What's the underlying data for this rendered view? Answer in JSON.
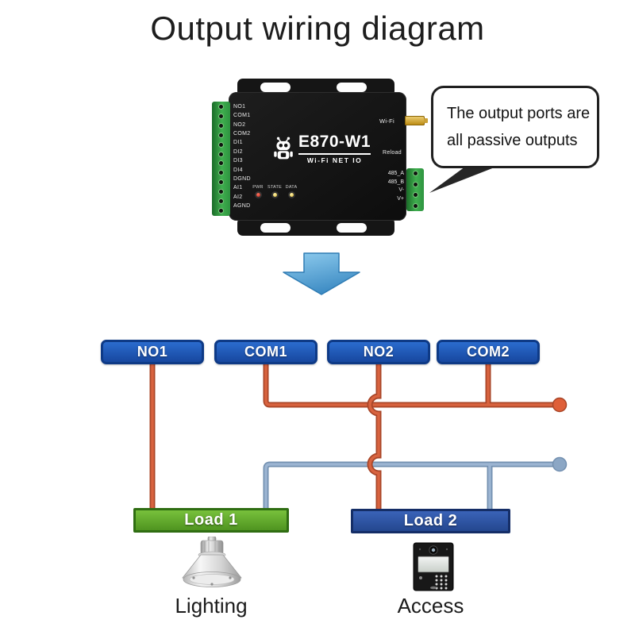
{
  "title": "Output wiring diagram",
  "device": {
    "model": "E870-W1",
    "subtitle": "Wi-Fi  NET  IO",
    "left_terminals": [
      "NO1",
      "COM1",
      "NO2",
      "COM2",
      "DI1",
      "DI2",
      "DI3",
      "DI4",
      "DGND",
      "AI1",
      "AI2",
      "AGND"
    ],
    "led_labels": [
      "PWR",
      "STATE",
      "DATA"
    ],
    "wifi_label": "Wi-Fi",
    "reload_label": "Reload",
    "right_terminals": [
      "485_A",
      "485_B",
      "V-",
      "V+"
    ]
  },
  "callout": {
    "line1": "The output ports are",
    "line2": "all passive outputs"
  },
  "output_ports": [
    "NO1",
    "COM1",
    "NO2",
    "COM2"
  ],
  "loads": {
    "load1": "Load 1",
    "load2": "Load 2"
  },
  "captions": {
    "lighting": "Lighting",
    "access": "Access"
  },
  "colors": {
    "port_box_blue": "#1f5cb8",
    "wire_live_orange": "#d6613e",
    "wire_neutral_blue": "#97b1cf",
    "load1_green": "#5fae2a",
    "load2_blue": "#2d55a5",
    "arrow_blue": "#58a7d8",
    "terminal_green": "#3fae4e"
  }
}
